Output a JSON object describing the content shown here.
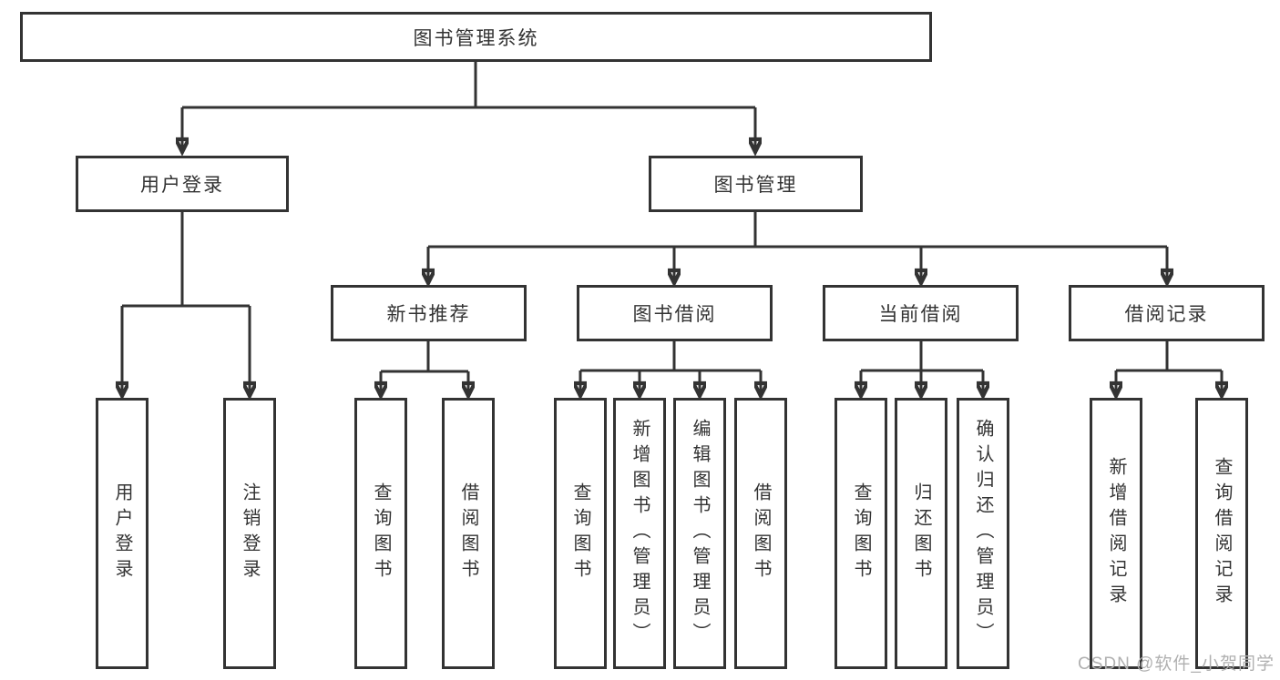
{
  "diagram": {
    "type": "hierarchy-tree",
    "root": {
      "label": "图书管理系统"
    },
    "level2": [
      {
        "label": "用户登录"
      },
      {
        "label": "图书管理"
      }
    ],
    "level3": [
      {
        "label": "新书推荐",
        "parent": "图书管理"
      },
      {
        "label": "图书借阅",
        "parent": "图书管理"
      },
      {
        "label": "当前借阅",
        "parent": "图书管理"
      },
      {
        "label": "借阅记录",
        "parent": "图书管理"
      }
    ],
    "leaves": [
      {
        "label": "用户登录",
        "parent": "用户登录"
      },
      {
        "label": "注销登录",
        "parent": "用户登录"
      },
      {
        "label": "查询图书",
        "parent": "新书推荐"
      },
      {
        "label": "借阅图书",
        "parent": "新书推荐"
      },
      {
        "label": "查询图书",
        "parent": "图书借阅"
      },
      {
        "label": "新增图书（管理员）",
        "parent": "图书借阅"
      },
      {
        "label": "编辑图书（管理员）",
        "parent": "图书借阅"
      },
      {
        "label": "借阅图书",
        "parent": "图书借阅"
      },
      {
        "label": "查询图书",
        "parent": "当前借阅"
      },
      {
        "label": "归还图书",
        "parent": "当前借阅"
      },
      {
        "label": "确认归还（管理员）",
        "parent": "当前借阅"
      },
      {
        "label": "新增借阅记录",
        "parent": "借阅记录"
      },
      {
        "label": "查询借阅记录",
        "parent": "借阅记录"
      }
    ]
  },
  "watermark": {
    "text": "CSDN @软件_小贺同学"
  },
  "colors": {
    "line": "#333333",
    "text": "#333333",
    "watermark": "#b0b0b0",
    "background": "#ffffff"
  }
}
